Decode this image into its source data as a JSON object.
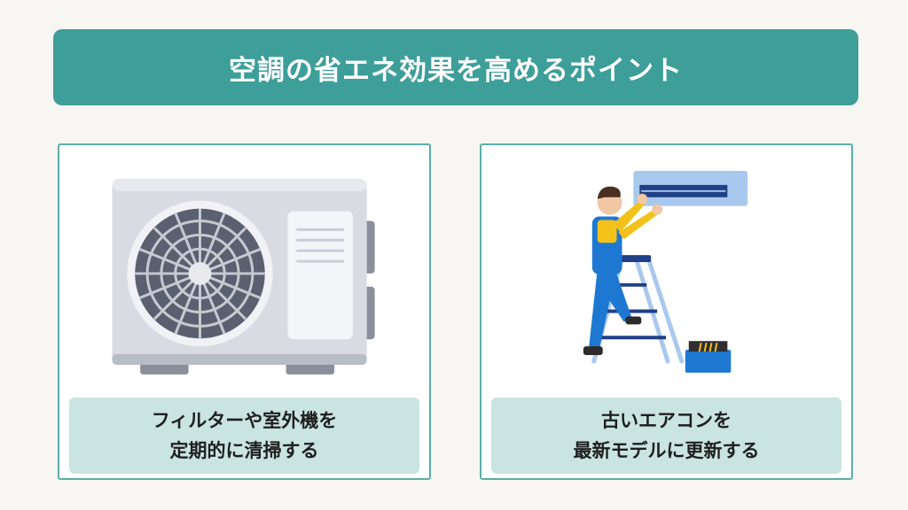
{
  "header": {
    "title": "空調の省エネ効果を高めるポイント"
  },
  "cards": [
    {
      "line1": "フィルターや室外機を",
      "line2": "定期的に清掃する",
      "illustration": "outdoor-ac-unit"
    },
    {
      "line1": "古いエアコンを",
      "line2": "最新モデルに更新する",
      "illustration": "technician-servicing-ac"
    }
  ],
  "colors": {
    "accent": "#3d9e9a",
    "label_bg": "#c9e4e1",
    "border": "#5aaea8",
    "background": "#f7f6f3"
  }
}
